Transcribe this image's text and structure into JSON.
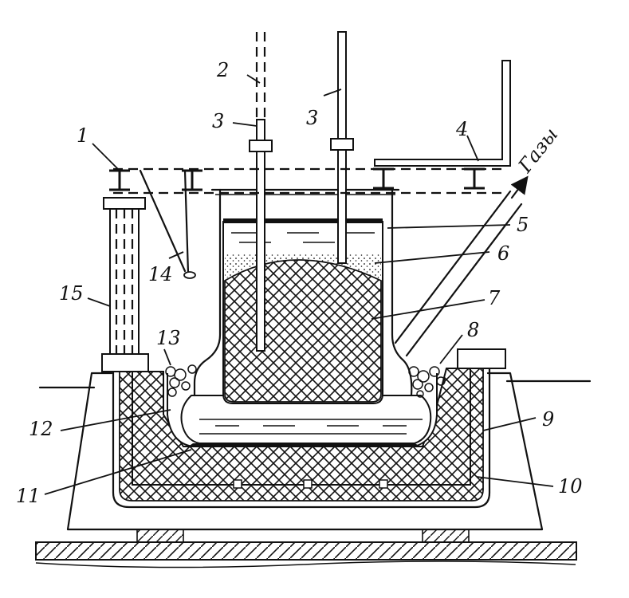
{
  "diagram": {
    "callouts": [
      "1",
      "2",
      "3",
      "3",
      "4",
      "5",
      "6",
      "7",
      "8",
      "9",
      "10",
      "11",
      "12",
      "13",
      "14",
      "15"
    ],
    "gas_label": "Газы",
    "colors": {
      "ink": "#111111",
      "paper": "#ffffff"
    }
  }
}
